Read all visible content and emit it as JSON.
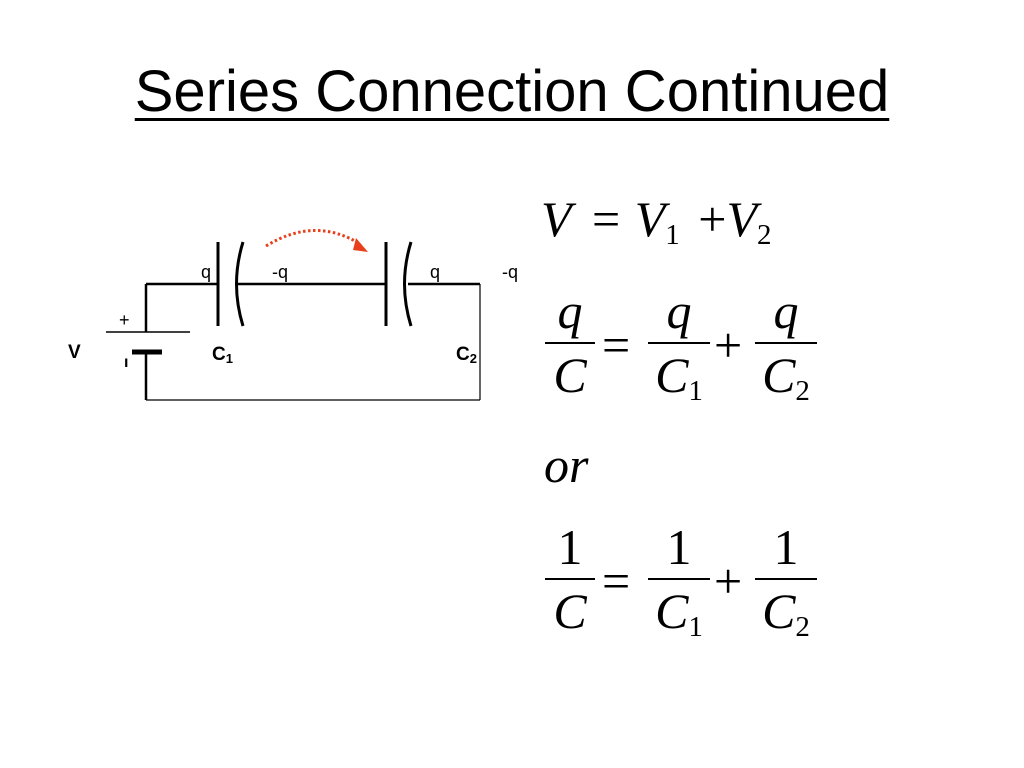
{
  "slide": {
    "title": "Series Connection Continued"
  },
  "circuit": {
    "source_label": "V",
    "plus_sign": "+",
    "minus_sign": "ı",
    "charges": [
      "q",
      "-q",
      "q",
      "-q"
    ],
    "capacitors": [
      {
        "symbol": "C",
        "subscript": "1"
      },
      {
        "symbol": "C",
        "subscript": "2"
      }
    ],
    "arrow_color": "#e8401c"
  },
  "equations": {
    "eq1": {
      "lhs": "V",
      "eq": "=",
      "t1": "V",
      "t1_sub": "1",
      "plus": "+",
      "t2": "V",
      "t2_sub": "2"
    },
    "eq2": {
      "lhs_num": "q",
      "lhs_den": "C",
      "eq": "=",
      "t1_num": "q",
      "t1_den": "C",
      "t1_den_sub": "1",
      "plus": "+",
      "t2_num": "q",
      "t2_den": "C",
      "t2_den_sub": "2"
    },
    "or_word": "or",
    "eq3": {
      "lhs_num": "1",
      "lhs_den": "C",
      "eq": "=",
      "t1_num": "1",
      "t1_den": "C",
      "t1_den_sub": "1",
      "plus": "+",
      "t2_num": "1",
      "t2_den": "C",
      "t2_den_sub": "2"
    }
  }
}
